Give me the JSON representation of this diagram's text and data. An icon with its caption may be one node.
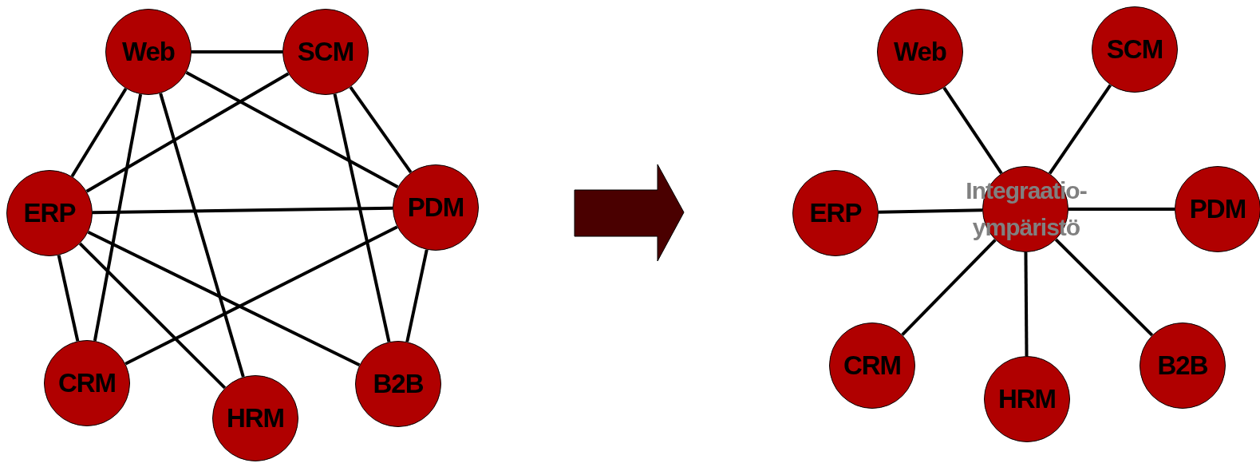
{
  "diagram": {
    "nodes": [
      {
        "text": [
          "Web"
        ]
      },
      {
        "text": [
          "SCM"
        ]
      },
      {
        "text": [
          "ERP"
        ]
      },
      {
        "text": [
          "PDM"
        ]
      },
      {
        "text": [
          "CRM"
        ]
      },
      {
        "text": [
          "HRM"
        ]
      },
      {
        "text": [
          "B2B"
        ]
      },
      {
        "text": [
          "Web"
        ]
      },
      {
        "text": [
          "SCM"
        ]
      },
      {
        "text": [
          "ERP"
        ]
      },
      {
        "text": [
          "Integraatio- ympäristö"
        ]
      },
      {
        "text": [
          "PDM"
        ]
      },
      {
        "text": [
          "CRM"
        ]
      },
      {
        "text": [
          "HRM"
        ]
      },
      {
        "text": [
          "B2B"
        ]
      }
    ],
    "edges": [
      {
        "from": 0,
        "to": 1,
        "arrow": "none"
      },
      {
        "from": 0,
        "to": 2,
        "arrow": "none"
      },
      {
        "from": 0,
        "to": 4,
        "arrow": "none"
      },
      {
        "from": 0,
        "to": 5,
        "arrow": "none"
      },
      {
        "from": 0,
        "to": 3,
        "arrow": "none"
      },
      {
        "from": 1,
        "to": 2,
        "arrow": "none"
      },
      {
        "from": 1,
        "to": 6,
        "arrow": "none"
      },
      {
        "from": 1,
        "to": 3,
        "arrow": "none"
      },
      {
        "from": 2,
        "to": 3,
        "arrow": "none"
      },
      {
        "from": 2,
        "to": 4,
        "arrow": "none"
      },
      {
        "from": 2,
        "to": 5,
        "arrow": "none"
      },
      {
        "from": 2,
        "to": 6,
        "arrow": "none"
      },
      {
        "from": 3,
        "to": 4,
        "arrow": "none"
      },
      {
        "from": 3,
        "to": 6,
        "arrow": "none"
      },
      {
        "from": 7,
        "to": 10,
        "arrow": "none"
      },
      {
        "from": 8,
        "to": 10,
        "arrow": "none"
      },
      {
        "from": 9,
        "to": 10,
        "arrow": "none"
      },
      {
        "from": 11,
        "to": 10,
        "arrow": "none"
      },
      {
        "from": 12,
        "to": 10,
        "arrow": "none"
      },
      {
        "from": 13,
        "to": 10,
        "arrow": "none"
      },
      {
        "from": 14,
        "to": 10,
        "arrow": "none"
      }
    ]
  }
}
